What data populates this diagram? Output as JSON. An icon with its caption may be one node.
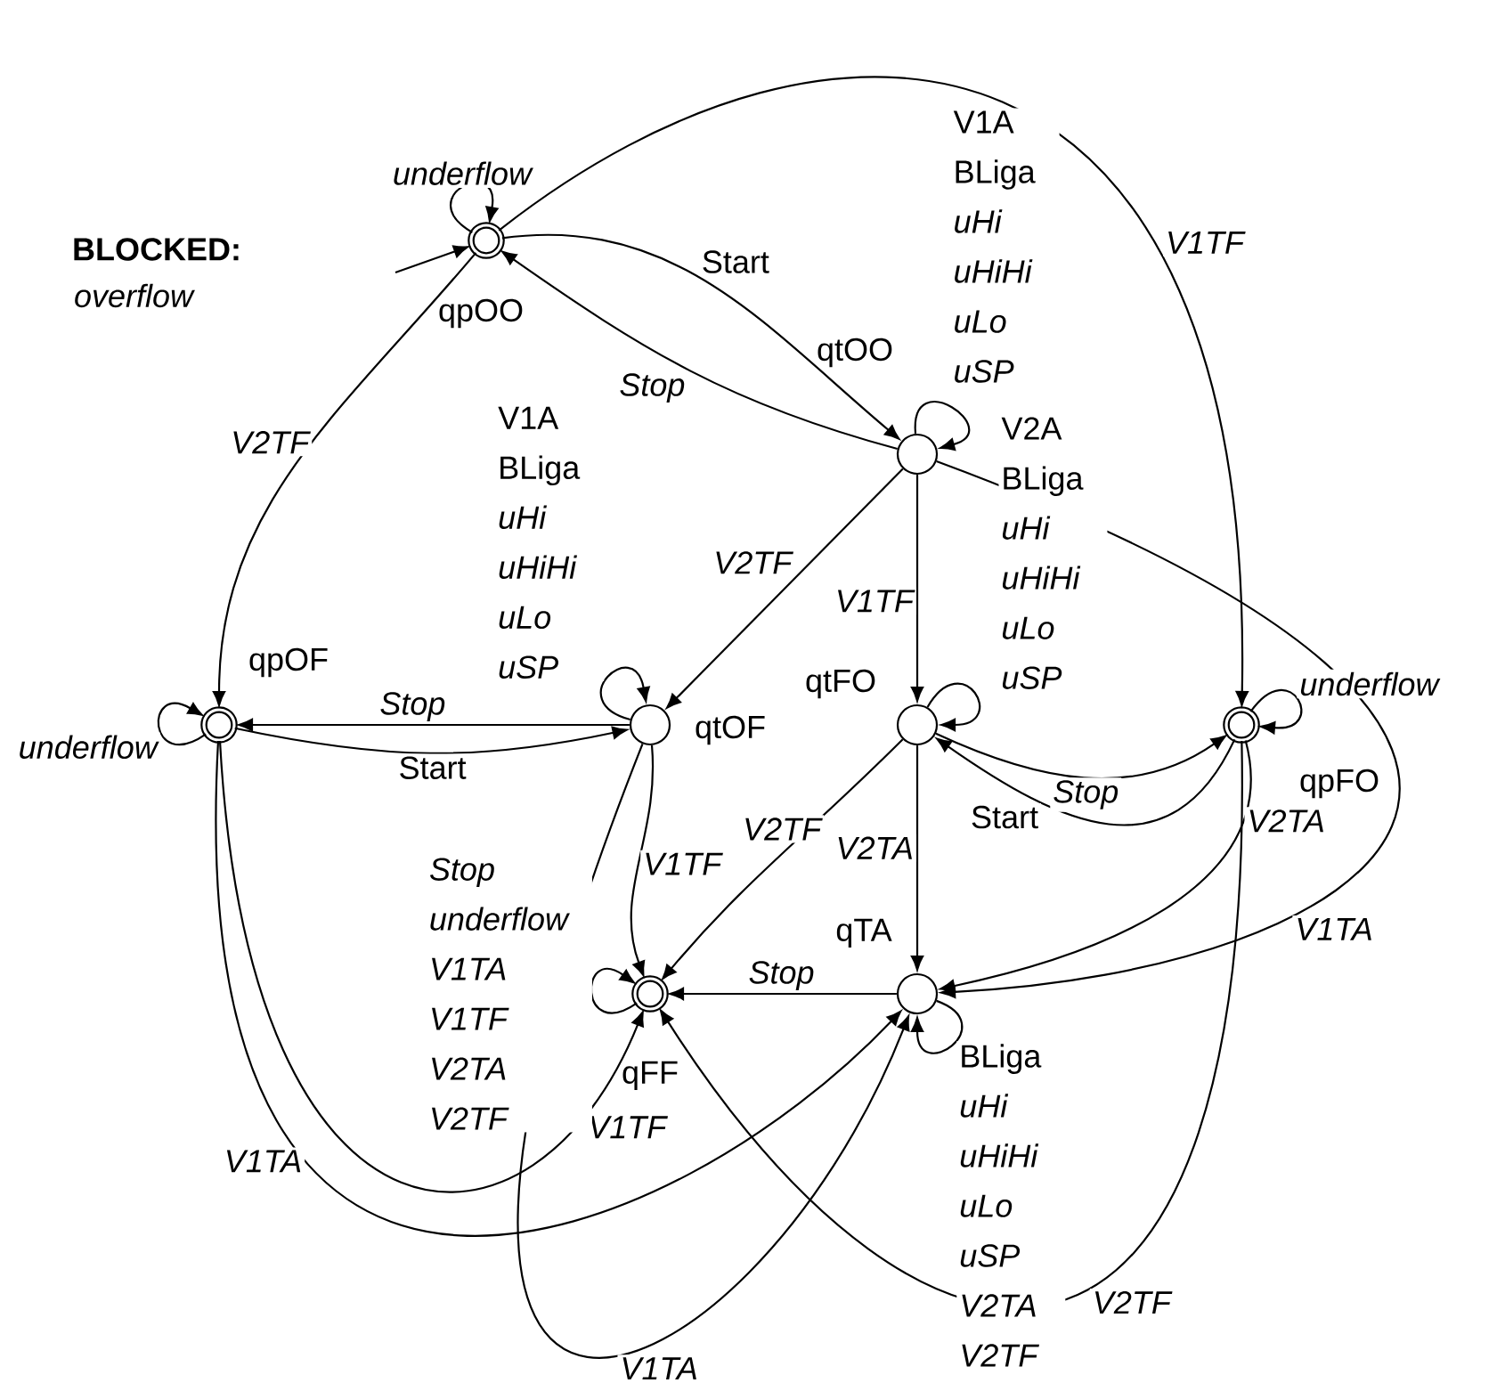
{
  "diagram": {
    "nodes": [
      {
        "text": [
          "qpOO"
        ]
      },
      {
        "text": [
          "qtOO"
        ]
      },
      {
        "text": [
          "qpOF"
        ]
      },
      {
        "text": [
          "qtOF"
        ]
      },
      {
        "text": [
          "qtFO"
        ]
      },
      {
        "text": [
          "qpFO"
        ]
      },
      {
        "text": [
          "qFF"
        ]
      },
      {
        "text": [
          "qTA"
        ]
      }
    ],
    "edges": [
      {
        "from": 0,
        "to": 0,
        "arrow": "to",
        "label": "underflow"
      },
      {
        "from": null,
        "to": 0,
        "arrow": "to"
      },
      {
        "from": 0,
        "to": 1,
        "arrow": "to",
        "label": "Start"
      },
      {
        "from": 1,
        "to": 0,
        "arrow": "to",
        "label": "Stop"
      },
      {
        "from": 0,
        "to": 5,
        "arrow": "to",
        "label": "V1TF"
      },
      {
        "from": 0,
        "to": 2,
        "arrow": "to",
        "label": "V2TF"
      },
      {
        "from": 1,
        "to": 1,
        "arrow": "to",
        "label": "V1A BLiga *uHi* *uHiHi* *uLo* *uSP*"
      },
      {
        "from": 1,
        "to": 3,
        "arrow": "to",
        "label": "V2TF"
      },
      {
        "from": 1,
        "to": 4,
        "arrow": "to",
        "label": "V1TF"
      },
      {
        "from": 1,
        "to": 7,
        "arrow": "to",
        "label": "V1TA"
      },
      {
        "from": 2,
        "to": 2,
        "arrow": "to",
        "label": "underflow"
      },
      {
        "from": 2,
        "to": 3,
        "arrow": "to",
        "label": "Start"
      },
      {
        "from": 3,
        "to": 2,
        "arrow": "to",
        "label": "Stop"
      },
      {
        "from": 3,
        "to": 3,
        "arrow": "to",
        "label": "V1A BLiga *uHi* *uHiHi* *uLo* *uSP*"
      },
      {
        "from": 3,
        "to": 6,
        "arrow": "to",
        "label": "V1TF"
      },
      {
        "from": 2,
        "to": 6,
        "arrow": "to",
        "label": "V1TF"
      },
      {
        "from": 2,
        "to": 7,
        "arrow": "to",
        "label": "V1TA"
      },
      {
        "from": 3,
        "to": 7,
        "arrow": "to",
        "label": "V1TA"
      },
      {
        "from": 4,
        "to": 4,
        "arrow": "to",
        "label": "V2A BLiga *uHi* *uHiHi* *uLo* *uSP*"
      },
      {
        "from": 4,
        "to": 5,
        "arrow": "to",
        "label": "Stop"
      },
      {
        "from": 5,
        "to": 4,
        "arrow": "to",
        "label": "Start"
      },
      {
        "from": 4,
        "to": 7,
        "arrow": "to",
        "label": "V2TA"
      },
      {
        "from": 4,
        "to": 6,
        "arrow": "to",
        "label": "V2TF"
      },
      {
        "from": 5,
        "to": 5,
        "arrow": "to",
        "label": "underflow"
      },
      {
        "from": 5,
        "to": 7,
        "arrow": "to",
        "label": "V2TA"
      },
      {
        "from": 5,
        "to": 6,
        "arrow": "to",
        "label": "V2TF"
      },
      {
        "from": 7,
        "to": 6,
        "arrow": "to",
        "label": "Stop"
      },
      {
        "from": 7,
        "to": 7,
        "arrow": "to",
        "label": "BLiga *uHi* *uHiHi* *uLo* *uSP* *V2TA* *V2TF*"
      },
      {
        "from": 6,
        "to": 6,
        "arrow": "to",
        "label": "Stop underflow V1TA V1TF V2TA V2TF"
      }
    ],
    "labels": [
      "BLOCKED:",
      "overflow"
    ]
  }
}
